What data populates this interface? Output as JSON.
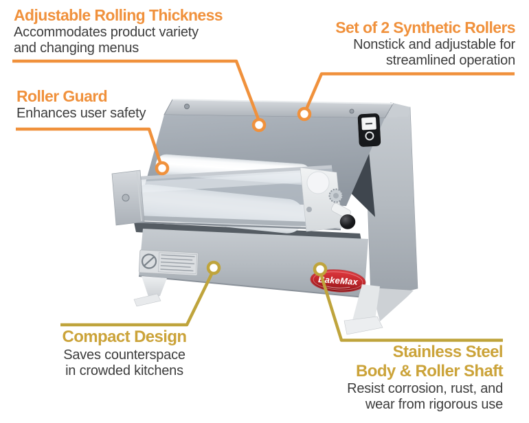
{
  "figure": {
    "type": "product-feature-infographic",
    "background": "#FFFFFF"
  },
  "product": {
    "logo_text": "BakeMax"
  },
  "colors": {
    "orange_accent": "#F0913C",
    "gold_accent": "#BFA43C",
    "gold_heading": "#CBA339",
    "body_text": "#3C3C3C",
    "machine_steel": "#A8AFB7",
    "roller_white": "#F7F9FA",
    "logo_red": "#C2272C"
  },
  "callouts": [
    {
      "id": "adjustable-rolling-thickness",
      "position": "top-left",
      "accent": "#F0913C",
      "title": "Adjustable Rolling Thickness",
      "title_lines": [
        "Adjustable Rolling Thickness"
      ],
      "desc_lines": [
        "Accommodates product variety",
        "and changing menus"
      ]
    },
    {
      "id": "set-of-2-synthetic-rollers",
      "position": "top-right",
      "accent": "#F0913C",
      "title": "Set of 2 Synthetic Rollers",
      "title_lines": [
        "Set of 2 Synthetic Rollers"
      ],
      "desc_lines": [
        "Nonstick and adjustable for",
        "streamlined operation"
      ]
    },
    {
      "id": "roller-guard",
      "position": "middle-left",
      "accent": "#F0913C",
      "title": "Roller Guard",
      "title_lines": [
        "Roller Guard"
      ],
      "desc_lines": [
        "Enhances user safety"
      ]
    },
    {
      "id": "compact-design",
      "position": "bottom-left",
      "accent": "#CBA339",
      "title": "Compact Design",
      "title_lines": [
        "Compact Design"
      ],
      "desc_lines": [
        "Saves counterspace",
        "in crowded kitchens"
      ]
    },
    {
      "id": "stainless-steel-body-roller-shaft",
      "position": "bottom-right",
      "accent": "#CBA339",
      "title": "Stainless Steel Body & Roller Shaft",
      "title_lines": [
        "Stainless Steel",
        "Body & Roller Shaft"
      ],
      "desc_lines": [
        "Resist corrosion, rust, and",
        "wear from rigorous use"
      ]
    }
  ]
}
